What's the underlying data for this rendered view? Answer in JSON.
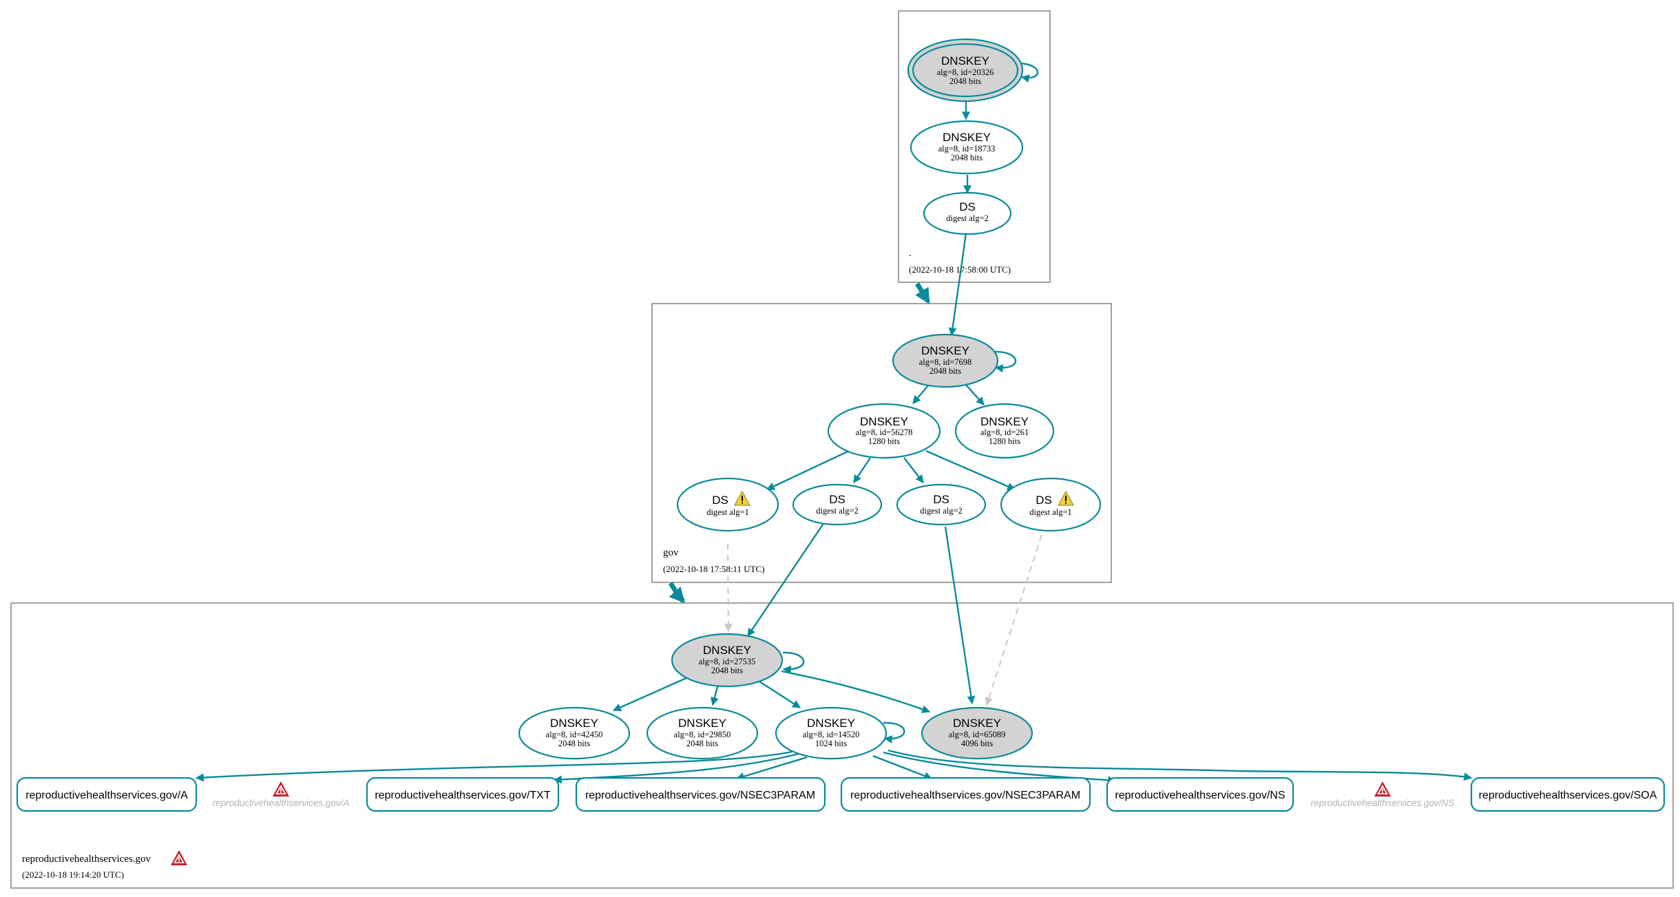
{
  "zones": {
    "root": {
      "name": ".",
      "timestamp": "(2022-10-18 17:58:00 UTC)"
    },
    "gov": {
      "name": "gov",
      "timestamp": "(2022-10-18 17:58:11 UTC)"
    },
    "rhs": {
      "name": "reproductivehealthservices.gov",
      "timestamp": "(2022-10-18 19:14:20 UTC)"
    }
  },
  "nodes": {
    "root_ksk": {
      "title": "DNSKEY",
      "line1": "alg=8, id=20326",
      "line2": "2048 bits"
    },
    "root_zsk": {
      "title": "DNSKEY",
      "line1": "alg=8, id=18733",
      "line2": "2048 bits"
    },
    "root_ds": {
      "title": "DS",
      "line1": "digest alg=2"
    },
    "gov_ksk": {
      "title": "DNSKEY",
      "line1": "alg=8, id=7698",
      "line2": "2048 bits"
    },
    "gov_zsk1": {
      "title": "DNSKEY",
      "line1": "alg=8, id=56278",
      "line2": "1280 bits"
    },
    "gov_zsk2": {
      "title": "DNSKEY",
      "line1": "alg=8, id=261",
      "line2": "1280 bits"
    },
    "gov_ds1": {
      "title": "DS",
      "line1": "digest alg=1",
      "warning": true
    },
    "gov_ds2": {
      "title": "DS",
      "line1": "digest alg=2"
    },
    "gov_ds3": {
      "title": "DS",
      "line1": "digest alg=2"
    },
    "gov_ds4": {
      "title": "DS",
      "line1": "digest alg=1",
      "warning": true
    },
    "rhs_ksk": {
      "title": "DNSKEY",
      "line1": "alg=8, id=27535",
      "line2": "2048 bits"
    },
    "rhs_k2": {
      "title": "DNSKEY",
      "line1": "alg=8, id=42450",
      "line2": "2048 bits"
    },
    "rhs_k3": {
      "title": "DNSKEY",
      "line1": "alg=8, id=29850",
      "line2": "2048 bits"
    },
    "rhs_zsk": {
      "title": "DNSKEY",
      "line1": "alg=8, id=14520",
      "line2": "1024 bits"
    },
    "rhs_k5": {
      "title": "DNSKEY",
      "line1": "alg=8, id=65089",
      "line2": "4096 bits"
    }
  },
  "rrsets": {
    "a": "reproductivehealthservices.gov/A",
    "a_ghost": "reproductivehealthservices.gov/A",
    "txt": "reproductivehealthservices.gov/TXT",
    "nsec1": "reproductivehealthservices.gov/NSEC3PARAM",
    "nsec2": "reproductivehealthservices.gov/NSEC3PARAM",
    "ns": "reproductivehealthservices.gov/NS",
    "ns_ghost": "reproductivehealthservices.gov/NS",
    "soa": "reproductivehealthservices.gov/SOA"
  },
  "colors": {
    "edge": "#0a8a9a",
    "secure_key_fill": "#d3d3d3",
    "dashed_edge": "#c8c8c8",
    "error_icon": "#c0202a",
    "warning_icon": "#f2d038",
    "zone_border": "#8a8a8a"
  },
  "icons": {
    "warning": "warning-triangle-icon",
    "error": "error-triangle-icon"
  }
}
